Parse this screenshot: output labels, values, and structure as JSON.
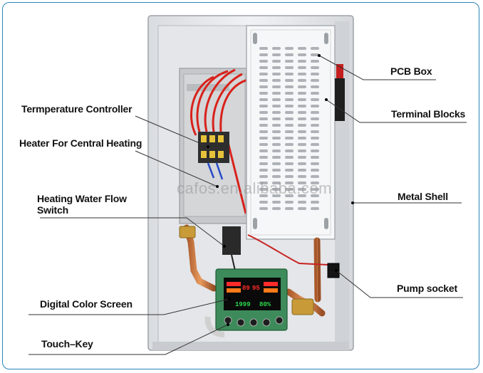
{
  "labels": {
    "pcb_box": "PCB Box",
    "terminal_blocks": "Terminal Blocks",
    "metal_shell": "Metal Shell",
    "pump_socket": "Pump socket",
    "temperature_controller": "Termperature Controller",
    "heater_central_heating": "Heater For Central Heating",
    "flow_switch_line1": "Heating Water Flow",
    "flow_switch_line2": "Switch",
    "digital_color_screen": "Digital Color Screen",
    "touch_key": "Touch–Key"
  },
  "watermark": "cafos.en.alibaba.com",
  "display": {
    "readout_left": "89",
    "readout_right": "95",
    "readout_bottom": "1999",
    "readout_percent": "80%"
  },
  "colors": {
    "frame_border": "#2b84b8",
    "shell": "#e9ebee",
    "pcb_box": "#f4f5f7",
    "leader_line": "#333333",
    "display_red": "#ff2a2a",
    "display_green": "#2bd84a"
  }
}
